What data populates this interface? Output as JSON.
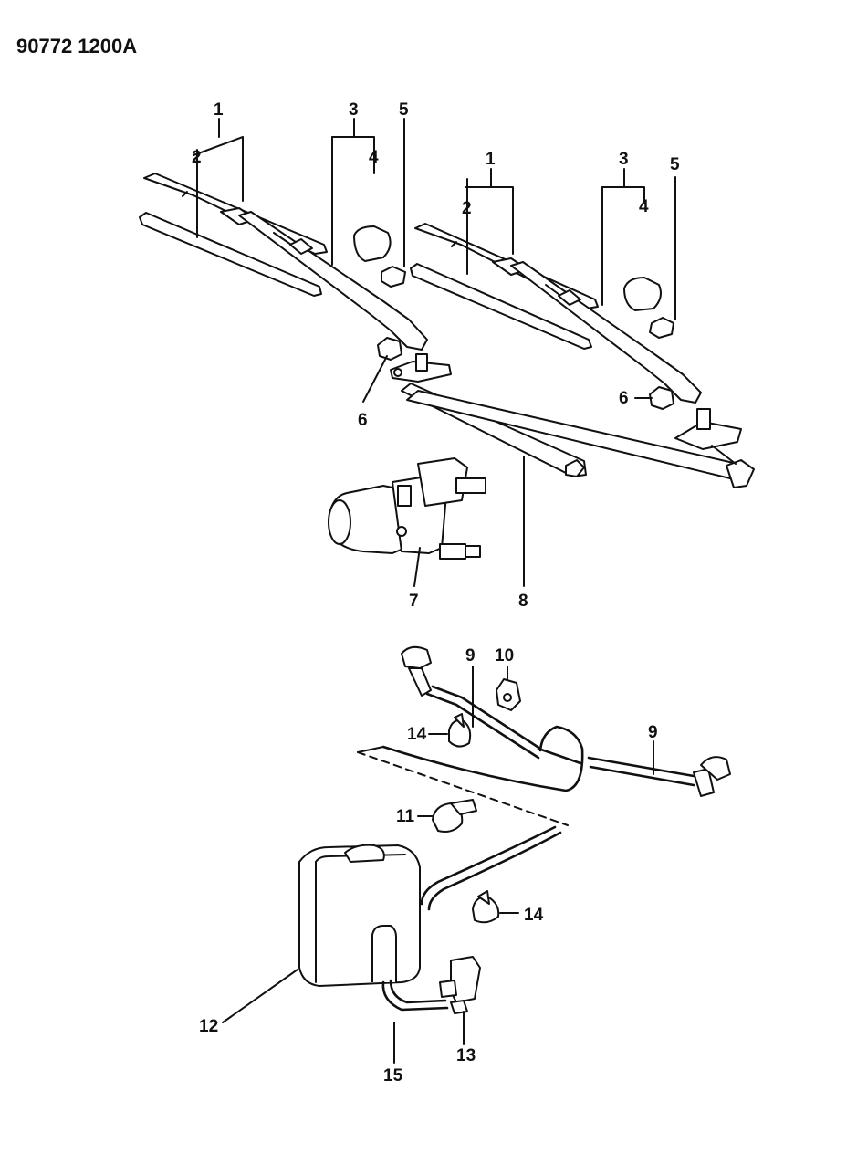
{
  "header": {
    "code": "90772 1200A"
  },
  "callouts": {
    "c1a": "1",
    "c2a": "2",
    "c3a": "3",
    "c4a": "4",
    "c5a": "5",
    "c6a": "6",
    "c1b": "1",
    "c2b": "2",
    "c3b": "3",
    "c4b": "4",
    "c5b": "5",
    "c6b": "6",
    "c7": "7",
    "c8": "8",
    "c9a": "9",
    "c9b": "9",
    "c10": "10",
    "c11": "11",
    "c12": "12",
    "c13": "13",
    "c14a": "14",
    "c14b": "14",
    "c15": "15"
  }
}
